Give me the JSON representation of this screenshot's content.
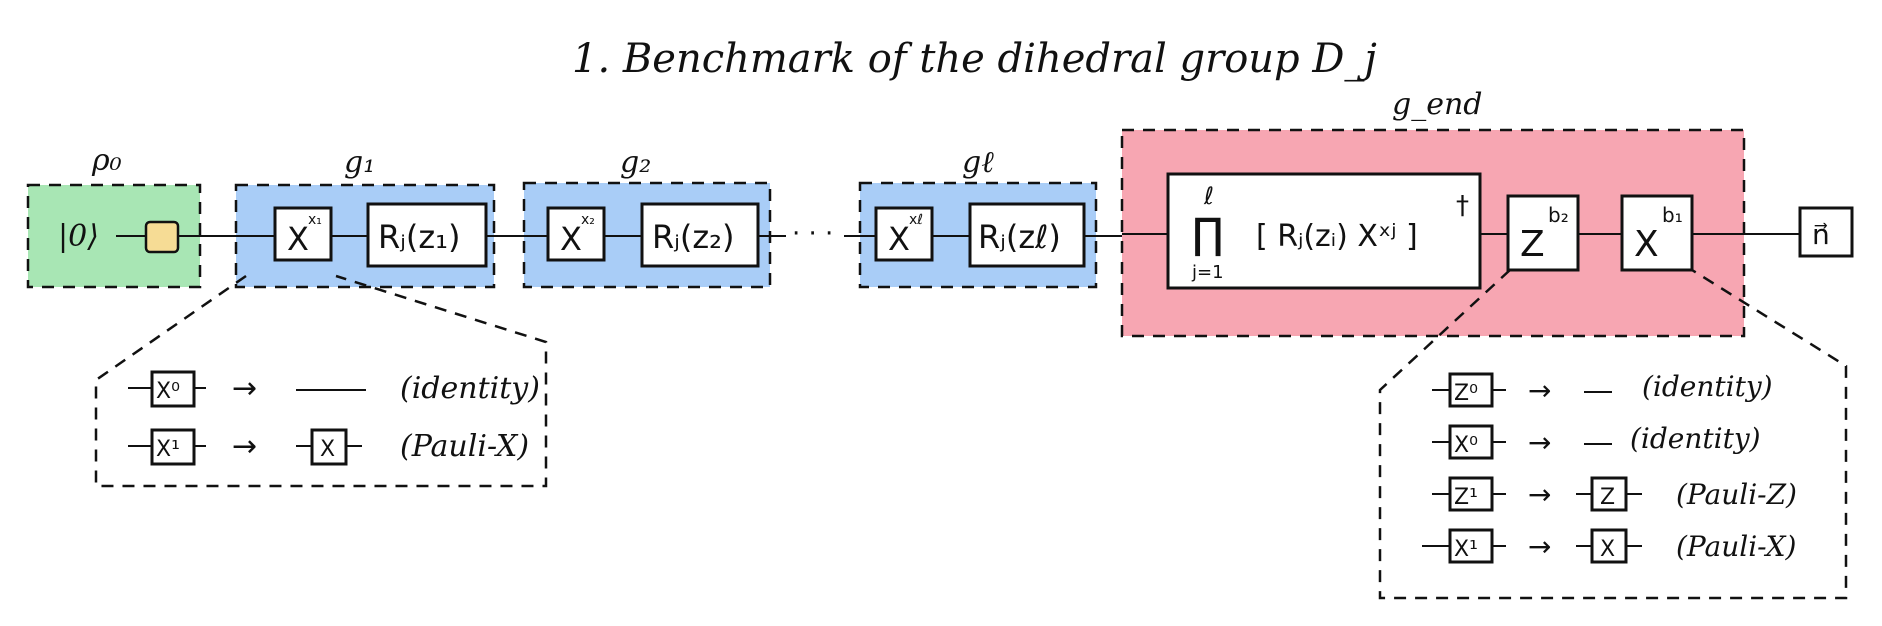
{
  "title": "1.  Benchmark of the dihedral group D_j",
  "colors": {
    "rho": "#a8e6b4",
    "gate_block": "#a9cdf7",
    "g_end": "#f7a6b2",
    "meas": "#f6dc95",
    "ink": "#111111"
  },
  "blocks": {
    "rho": {
      "label": "ρ₀",
      "state": "|0⟩"
    },
    "g1": {
      "label": "g₁",
      "x_gate": "X",
      "x_exp": "x₁",
      "r_gate": "Rⱼ(z₁)"
    },
    "g2": {
      "label": "g₂",
      "x_gate": "X",
      "x_exp": "x₂",
      "r_gate": "Rⱼ(z₂)"
    },
    "ellipsis": "· · ·",
    "gl": {
      "label": "gℓ",
      "x_gate": "X",
      "x_exp": "xℓ",
      "r_gate": "Rⱼ(zℓ)"
    },
    "gend": {
      "label": "g_end",
      "product_upper": "ℓ",
      "product_symbol": "∏",
      "product_lower": "j=1",
      "product_body": "[ Rⱼ(zᵢ)  Xˣʲ ]",
      "dagger": "†",
      "z_gate": "Z",
      "z_exp": "b₂",
      "x_gate": "X",
      "x_exp": "b₁"
    },
    "measure": "n⃗"
  },
  "legend_left": [
    {
      "gate": "X⁰",
      "result": "",
      "note": "(identity)"
    },
    {
      "gate": "X¹",
      "result": "X",
      "note": "(Pauli-X)"
    }
  ],
  "legend_right": [
    {
      "gate": "Z⁰",
      "result": "",
      "note": "(identity)"
    },
    {
      "gate": "X⁰",
      "result": "",
      "note": "(identity)"
    },
    {
      "gate": "Z¹",
      "result": "Z",
      "note": "(Pauli-Z)"
    },
    {
      "gate": "X¹",
      "result": "X",
      "note": "(Pauli-X)"
    }
  ],
  "arrow": "→"
}
